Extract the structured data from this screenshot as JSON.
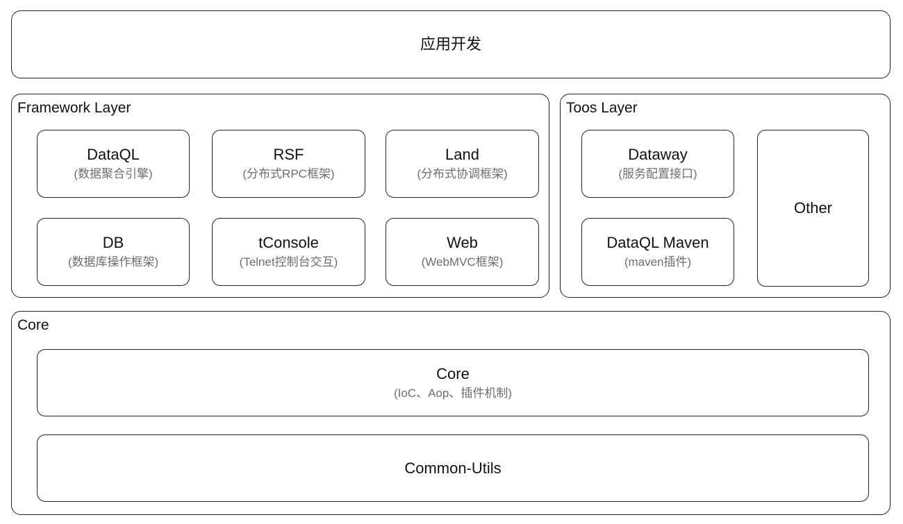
{
  "app_layer": {
    "title": "应用开发"
  },
  "framework_layer": {
    "title": "Framework Layer",
    "modules": [
      {
        "name": "DataQL",
        "desc": "(数据聚合引擎)"
      },
      {
        "name": "RSF",
        "desc": "(分布式RPC框架)"
      },
      {
        "name": "Land",
        "desc": "(分布式协调框架)"
      },
      {
        "name": "DB",
        "desc": "(数据库操作框架)"
      },
      {
        "name": "tConsole",
        "desc": "(Telnet控制台交互)"
      },
      {
        "name": "Web",
        "desc": "(WebMVC框架)"
      }
    ]
  },
  "tools_layer": {
    "title": "Toos Layer",
    "modules": [
      {
        "name": "Dataway",
        "desc": "(服务配置接口)"
      },
      {
        "name": "DataQL Maven",
        "desc": "(maven插件)"
      }
    ],
    "other": "Other"
  },
  "core_layer": {
    "title": "Core",
    "core_module": {
      "name": "Core",
      "desc": "(IoC、Aop、插件机制)"
    },
    "utils_module": {
      "name": "Common-Utils"
    }
  }
}
